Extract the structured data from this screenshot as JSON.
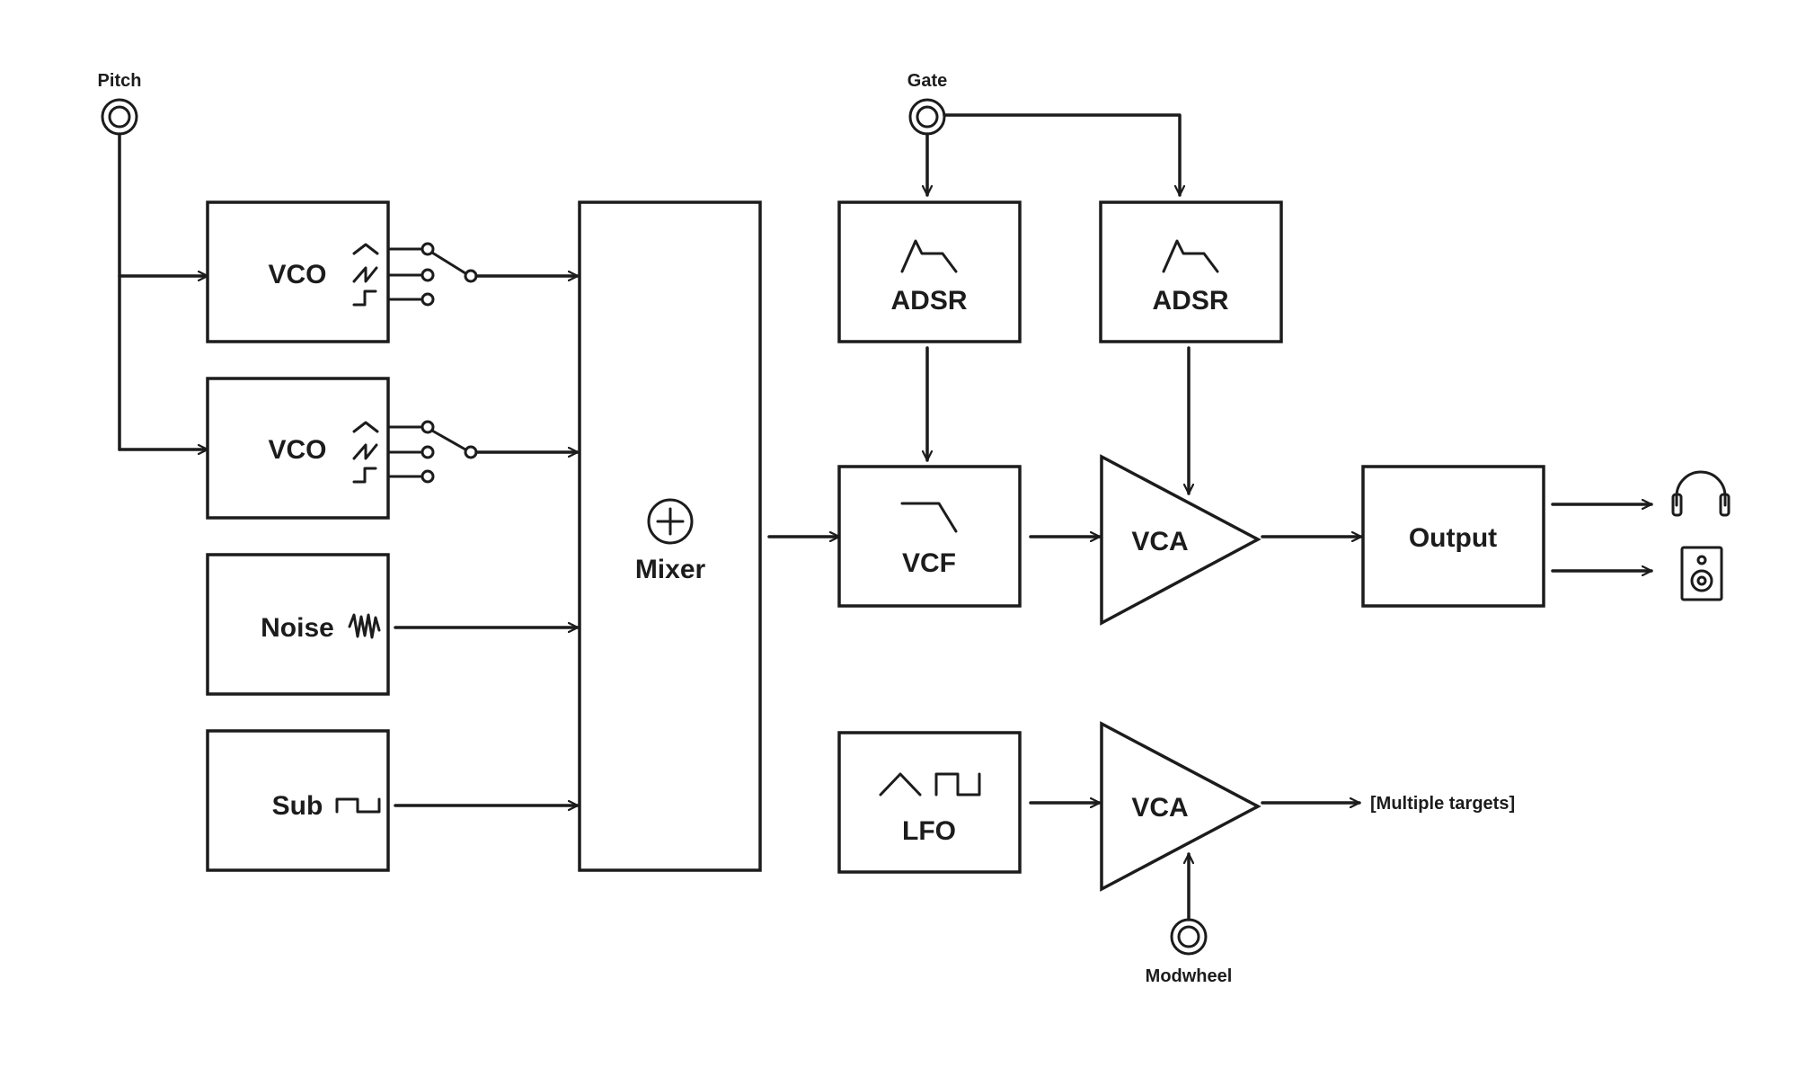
{
  "inputs": {
    "pitch": "Pitch",
    "gate": "Gate",
    "modwheel": "Modwheel"
  },
  "modules": {
    "vco1": "VCO",
    "vco2": "VCO",
    "noise": "Noise",
    "sub": "Sub",
    "mixer": "Mixer",
    "adsr_filter": "ADSR",
    "adsr_amp": "ADSR",
    "vcf": "VCF",
    "vca_main": "VCA",
    "output": "Output",
    "lfo": "LFO",
    "vca_lfo": "VCA"
  },
  "targets": {
    "lfo_destination": "[Multiple targets]"
  },
  "icons": {
    "vco_waveforms": [
      "triangle-wave-icon",
      "sawtooth-wave-icon",
      "square-wave-icon"
    ],
    "noise": "noise-wave-icon",
    "sub": "square-wave-icon",
    "mixer": "plus-circle-icon",
    "adsr": "envelope-icon",
    "vcf": "lowpass-filter-icon",
    "lfo": [
      "triangle-wave-icon",
      "square-wave-icon"
    ],
    "outputs": [
      "headphones-icon",
      "speaker-icon"
    ],
    "jack": "jack-input-icon"
  },
  "colors": {
    "stroke": "#1c1c1c",
    "background": "#ffffff"
  }
}
